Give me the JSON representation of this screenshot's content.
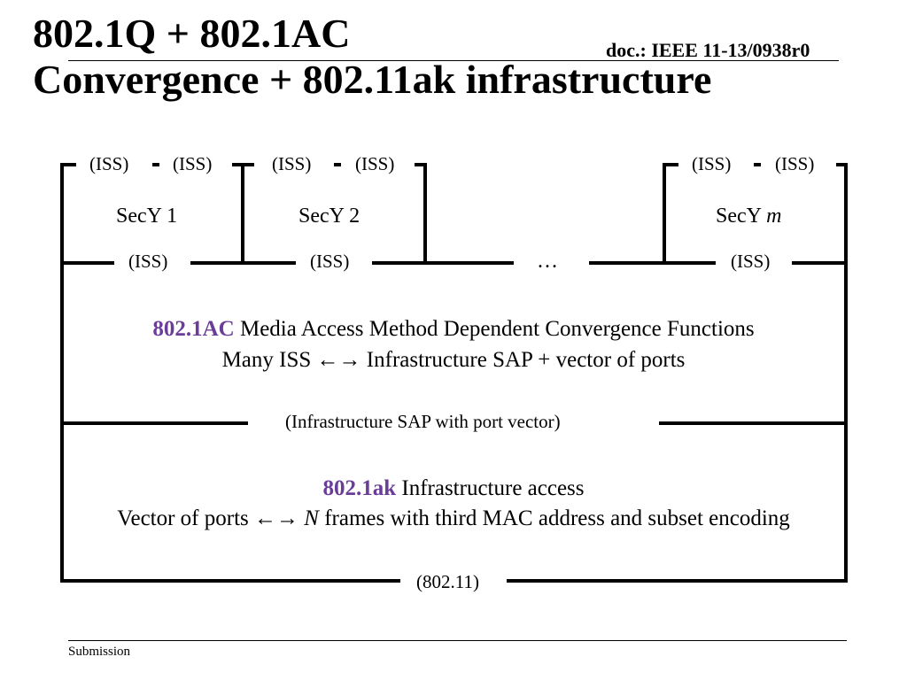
{
  "header": {
    "title_line1": "802.1Q + 802.1AC",
    "title_line2": "Convergence + 802.11ak infrastructure",
    "doc_ref": "doc.: IEEE 11-13/0938r0"
  },
  "diagram": {
    "secy_blocks": [
      {
        "top_left": "(ISS)",
        "dash": "-",
        "top_right": "(ISS)",
        "name": "SecY 1",
        "name_suffix": "",
        "bottom": "(ISS)"
      },
      {
        "top_left": "(ISS)",
        "dash": "-",
        "top_right": "(ISS)",
        "name": "SecY 2",
        "name_suffix": "",
        "bottom": "(ISS)"
      },
      {
        "top_left": "(ISS)",
        "dash": "-",
        "top_right": "(ISS)",
        "name": "SecY ",
        "name_suffix": "m",
        "bottom": "(ISS)"
      }
    ],
    "ellipsis": "…",
    "convergence": {
      "accent": "802.1AC",
      "rest": " Media Access Method Dependent Convergence Functions",
      "line2_before": "Many ISS ",
      "arrows": "←→",
      "line2_after": " Infrastructure SAP + vector of ports"
    },
    "infra_sap_label": "(Infrastructure SAP with port vector)",
    "infrastructure": {
      "accent": "802.1ak",
      "rest": " Infrastructure access",
      "line2_before": "Vector of ports ",
      "arrows": "←→",
      "line2_n": " N",
      "line2_after": " frames with third MAC address and subset encoding"
    },
    "bottom_label": "(802.11)",
    "accent_color": "#6b3d98"
  },
  "footer": {
    "submission": "Submission"
  }
}
